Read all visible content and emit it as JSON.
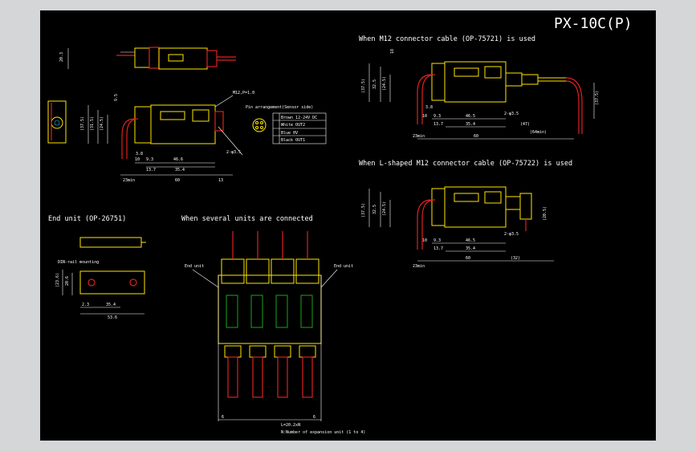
{
  "title": "PX-10C(P)",
  "sections": {
    "m12_cable": "When M12 connector cable (OP-75721) is used",
    "l_m12_cable": "When L-shaped M12 connector cable (OP-75722) is used",
    "end_unit": "End unit (OP-26751)",
    "several_units": "When several units are connected",
    "din_mounting": "DIN-rail mounting",
    "pin_arrangement": "Pin arrangement(Sensor side)"
  },
  "pin_table": [
    "Brown 12-24V DC",
    "White OUT2",
    "Blue 0V",
    "Black OUT1"
  ],
  "connection_labels": {
    "end_unit_left": "End unit",
    "end_unit_right": "End unit",
    "length_formula": "L=20.2xN",
    "n_note": "N:Number of expansion unit (1 to 4)"
  },
  "dimensions": {
    "main": [
      "M12,P=1.0",
      "2-φ3.5",
      "9.5",
      "(37.5)",
      "(31.5)",
      "(24.5)",
      "3.8",
      "10",
      "9.3",
      "13.7",
      "46.6",
      "35.4",
      "60",
      "23min",
      "13",
      "20.3"
    ],
    "m12": [
      "18",
      "(37.5)",
      "32.5",
      "(24.5)",
      "3.8",
      "10",
      "9.3",
      "46.5",
      "13.7",
      "35.4",
      "60",
      "(47)",
      "(64min)",
      "23min",
      "2-φ3.5"
    ],
    "l_m12": [
      "(37.5)",
      "32.5",
      "(24.5)",
      "(20.5)",
      "10",
      "9.3",
      "46.5",
      "13.7",
      "35.4",
      "60",
      "(32)",
      "23min",
      "2-φ3.5"
    ],
    "end_unit": [
      "(23.6)",
      "20.6",
      "2.3",
      "35.4",
      "53.6"
    ],
    "multi": [
      "6",
      "6"
    ]
  },
  "colors": {
    "background": "#000000",
    "frame": "#d4d6d8",
    "outline": "#ffe600",
    "cable": "#e02020",
    "dimension": "#ffffff",
    "accent": "#00c0ff"
  }
}
